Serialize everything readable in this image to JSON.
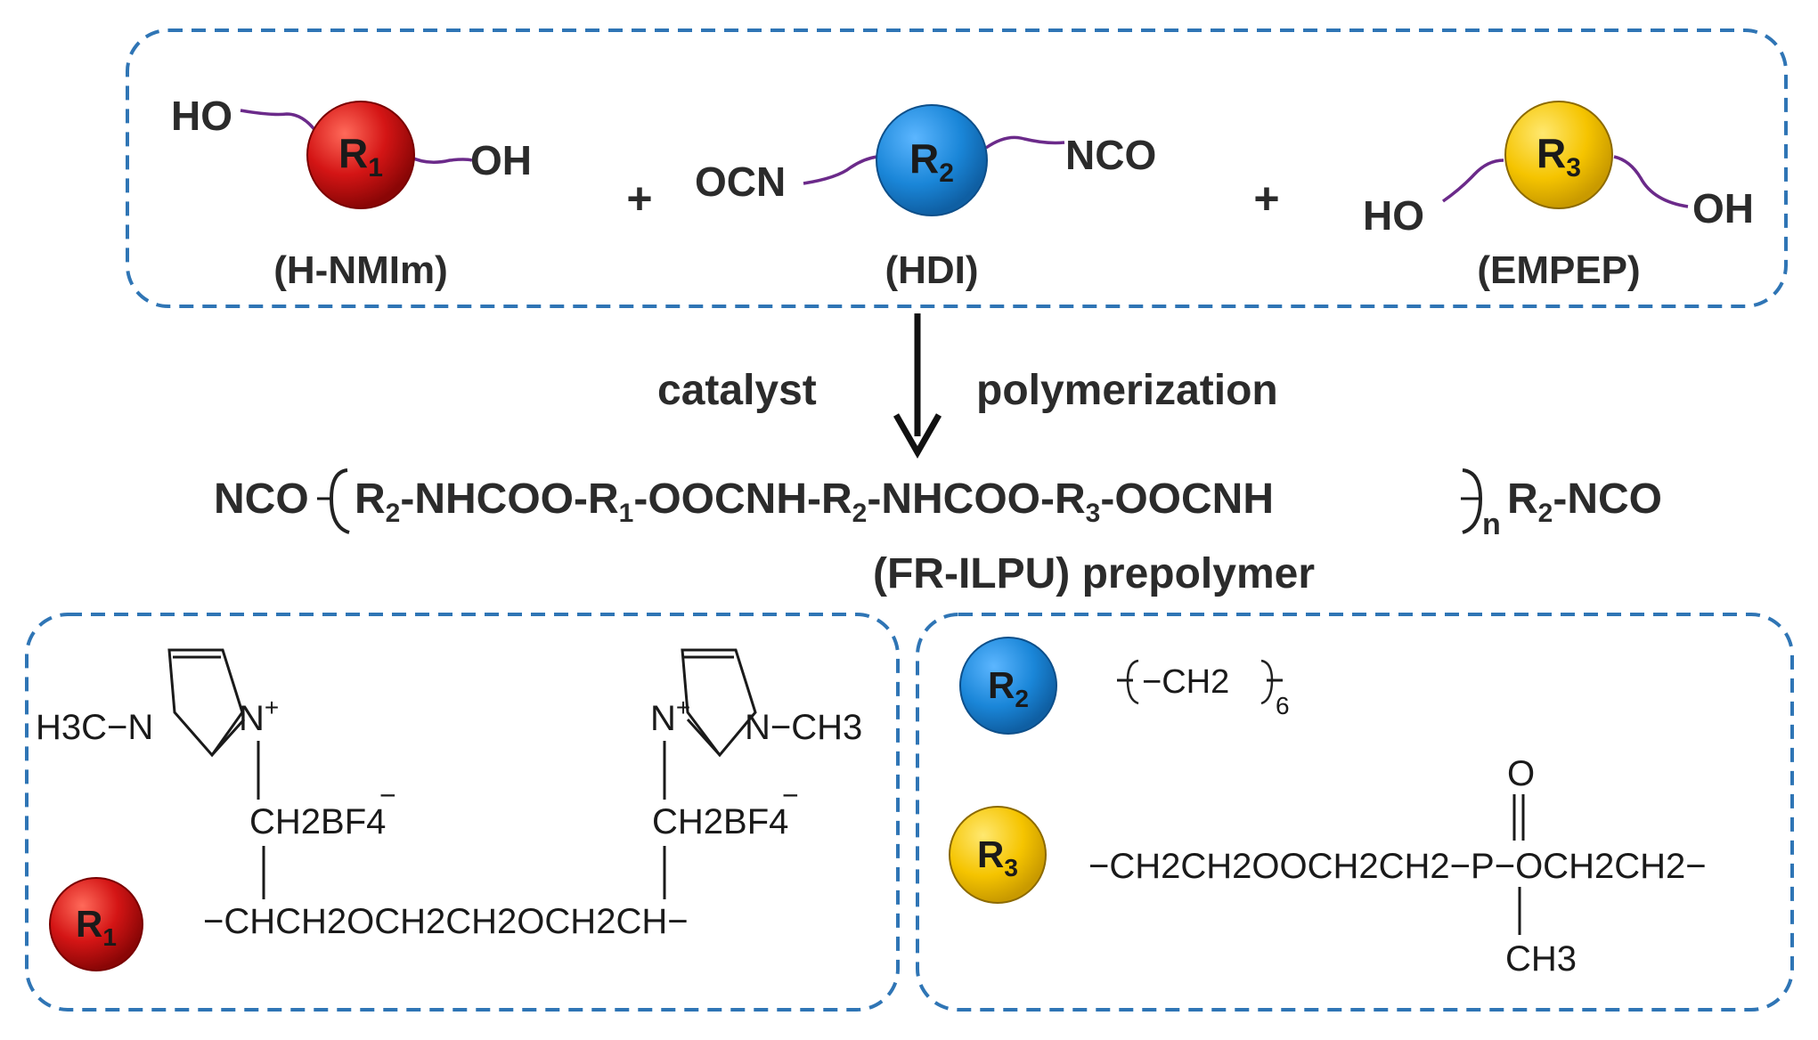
{
  "top_reactants": {
    "r1": {
      "ball": "R",
      "sub": "1",
      "left_group": "HO",
      "right_group": "OH",
      "name": "(H-NMIm)",
      "color": "#d41515"
    },
    "plus_1": "+",
    "r2": {
      "ball": "R",
      "sub": "2",
      "left_group": "OCN",
      "right_group": "NCO",
      "name": "(HDI)",
      "color": "#1a86d8"
    },
    "plus_2": "+",
    "r3": {
      "ball": "R",
      "sub": "3",
      "left_group": "HO",
      "right_group": "OH",
      "name": "(EMPEP)",
      "color": "#f5c400"
    }
  },
  "reaction": {
    "left_label": "catalyst",
    "right_label": "polymerization"
  },
  "prepolymer": {
    "formula_start": "NCO",
    "formula_r2a": "R",
    "formula_s2a": "2",
    "formula_seg1": "-NHCOO-",
    "formula_r1": "R",
    "formula_s1": "1",
    "formula_seg2": "-OOCNH-",
    "formula_r2b": "R",
    "formula_s2b": "2",
    "formula_seg3": "-NHCOO-",
    "formula_r3": "R",
    "formula_s3": "3",
    "formula_seg4": "-OOCNH",
    "formula_n": "n",
    "formula_r2c": "R",
    "formula_s2c": "2",
    "formula_end": "-NCO",
    "name": "(FR-ILPU) prepolymer"
  },
  "r1_structure": {
    "ball": "R",
    "sub": "1",
    "left_methyl": "H3C−N",
    "left_n_plus": "N",
    "right_n_plus": "N",
    "right_methyl": "N−CH3",
    "counterion": "CH2BF4",
    "backbone": "−CHCH2OCH2CH2OCH2CH−"
  },
  "r2_structure": {
    "ball": "R",
    "sub": "2",
    "repeat_unit": "CH2",
    "subscript": "6"
  },
  "r3_structure": {
    "ball": "R",
    "sub": "3",
    "left_chain": "−CH2CH2OOCH2CH2−P−OCH2CH2−",
    "oxygen": "O",
    "methyl": "CH3"
  },
  "colors": {
    "dash_border": "#2f75b5",
    "linker": "#6b2a8a",
    "r1": "#d41515",
    "r2": "#1a86d8",
    "r3": "#f5c400"
  }
}
